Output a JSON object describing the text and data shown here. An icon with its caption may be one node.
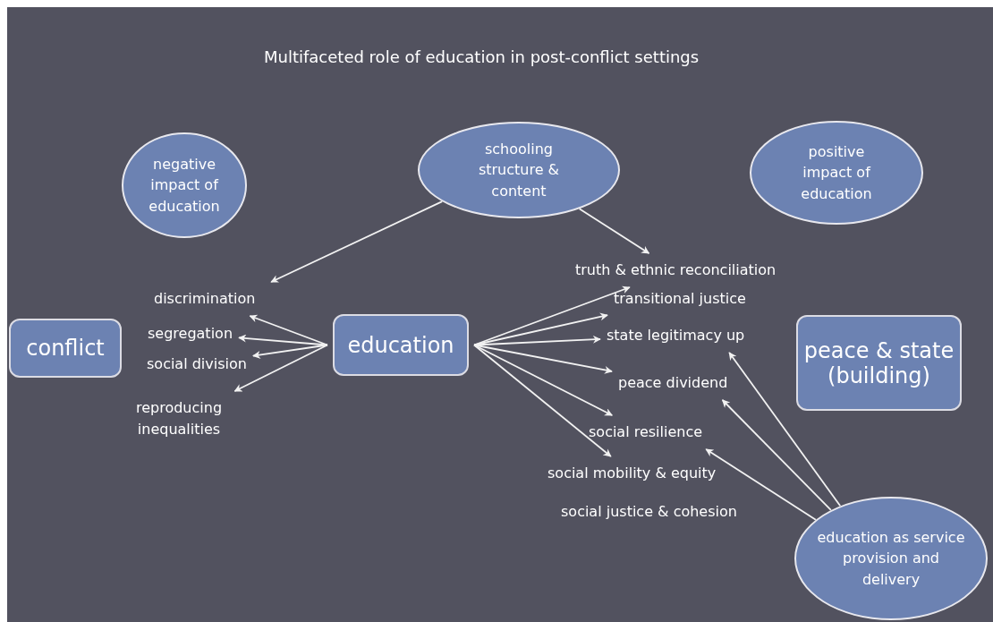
{
  "diagram": {
    "title": "Multifaceted role of education in post-conflict settings",
    "nodes": [
      {
        "text": [
          "negative impact of education"
        ]
      },
      {
        "text": [
          "schooling structure & content"
        ]
      },
      {
        "text": [
          "positive impact of education"
        ]
      },
      {
        "text": [
          "discrimination"
        ]
      },
      {
        "text": [
          "segregation"
        ]
      },
      {
        "text": [
          "social division"
        ]
      },
      {
        "text": [
          "reproducing inequalities"
        ]
      },
      {
        "text": [
          "conflict"
        ]
      },
      {
        "text": [
          "education"
        ]
      },
      {
        "text": [
          "truth & ethnic reconciliation"
        ]
      },
      {
        "text": [
          "transitional justice"
        ]
      },
      {
        "text": [
          "state legitimacy up"
        ]
      },
      {
        "text": [
          "peace dividend"
        ]
      },
      {
        "text": [
          "social resilience"
        ]
      },
      {
        "text": [
          "social mobility & equity"
        ]
      },
      {
        "text": [
          "peace & state (building)"
        ]
      },
      {
        "text": [
          "education as service provision and delivery"
        ]
      }
    ],
    "edges": [
      {
        "from": 1,
        "to": 3,
        "arrow": "to"
      },
      {
        "from": 1,
        "to": 9,
        "arrow": "to"
      },
      {
        "from": 8,
        "to": 3,
        "arrow": "to"
      },
      {
        "from": 8,
        "to": 4,
        "arrow": "to"
      },
      {
        "from": 8,
        "to": 5,
        "arrow": "to"
      },
      {
        "from": 8,
        "to": 6,
        "arrow": "to"
      },
      {
        "from": 8,
        "to": 9,
        "arrow": "to"
      },
      {
        "from": 8,
        "to": 10,
        "arrow": "to"
      },
      {
        "from": 8,
        "to": 11,
        "arrow": "to"
      },
      {
        "from": 8,
        "to": 12,
        "arrow": "to"
      },
      {
        "from": 8,
        "to": 13,
        "arrow": "to"
      },
      {
        "from": 8,
        "to": 14,
        "arrow": "to"
      },
      {
        "from": 16,
        "to": 11,
        "arrow": "to"
      },
      {
        "from": 16,
        "to": 12,
        "arrow": "to"
      },
      {
        "from": 16,
        "to": 13,
        "arrow": "to"
      }
    ],
    "labels": [
      "social justice & cohesion"
    ]
  }
}
